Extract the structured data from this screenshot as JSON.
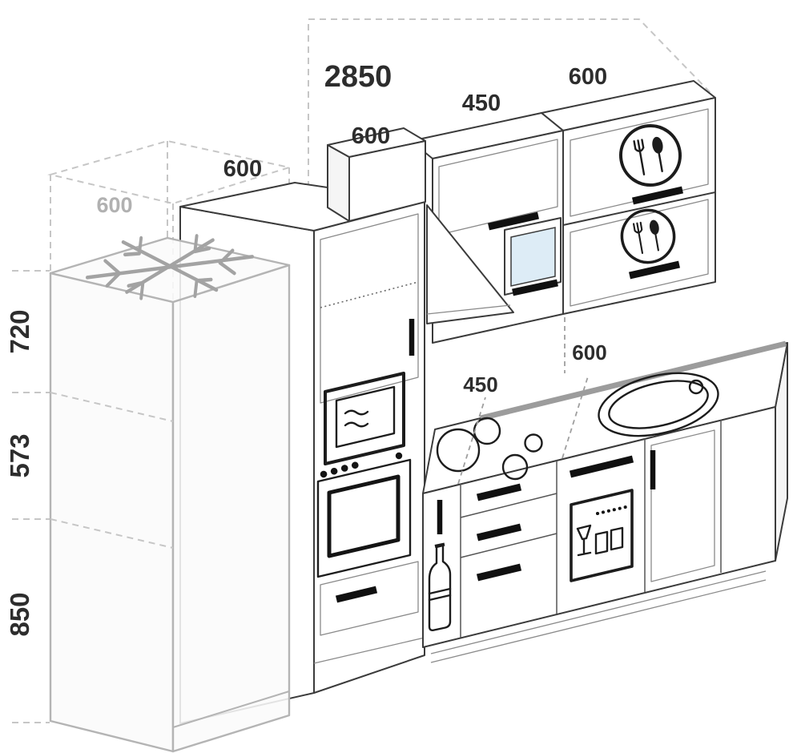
{
  "dimensions": {
    "overall_width": "2850",
    "fridge_clearance": "600",
    "tall_unit_width": "600",
    "hood_unit_width": "600",
    "wall_unit_450_width": "450",
    "wall_unit_600_width": "600",
    "worktop_450_width": "450",
    "worktop_600_width": "600",
    "wall_zone_height": "720",
    "middle_zone_height": "573",
    "base_zone_height": "850"
  },
  "icons": {
    "fridge_top": "snowflake-icon",
    "wall_unit_upper_door": "cutlery-icon",
    "wall_unit_lower_door": "cutlery-icon",
    "wall_unit_450_niche": "microwave-icon",
    "tall_unit_mid": "microwave-icon",
    "tall_unit_lower": "oven-icon",
    "worktop_left": "cooktop-icon",
    "worktop_right": "sink-icon",
    "base_unit_mid": "dishwasher-icon",
    "base_unit_narrow": "wine-bottle-icon",
    "between_units": "cooker-hood-icon"
  },
  "colors": {
    "outline": "#3b3b3b",
    "fridge_outline": "#b4b4b4",
    "splashback_band": "#9c9c9c",
    "microwave_screen": "#ddecf6",
    "dimension_text": "#2d2d2d",
    "dimension_text_muted": "#b1b1b1"
  }
}
